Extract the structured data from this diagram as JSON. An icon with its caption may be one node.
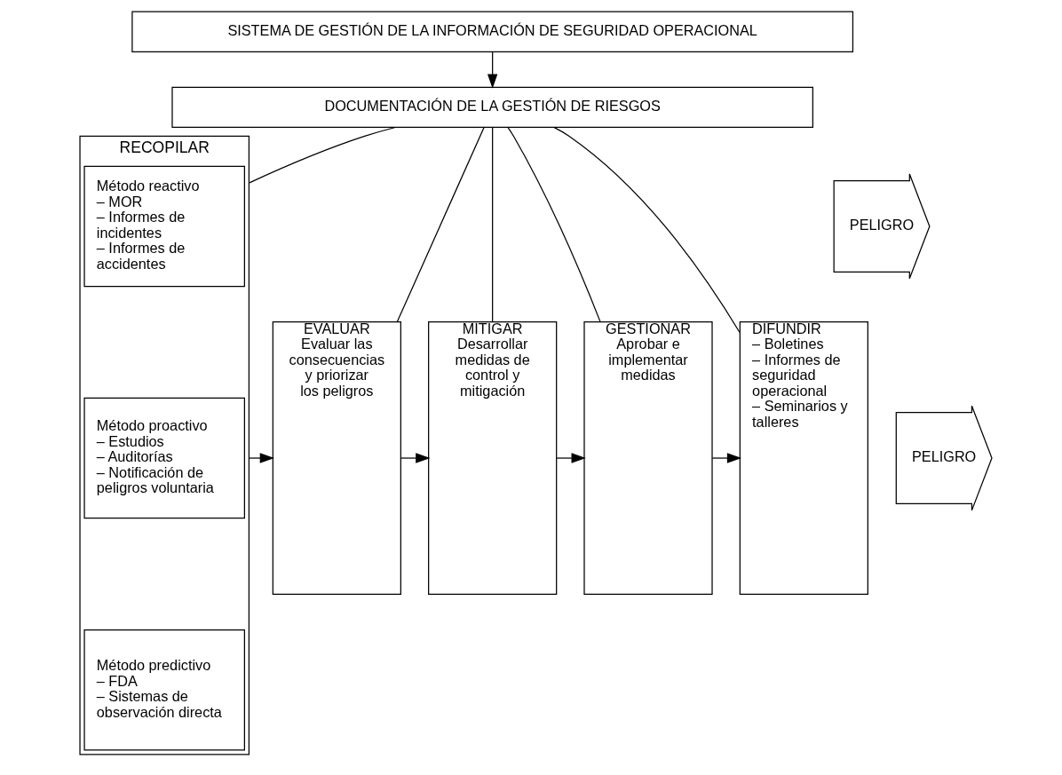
{
  "diagram": {
    "nodes": [
      {
        "text": [
          "SISTEMA DE GESTIÓN DE LA INFORMACIÓN DE SEGURIDAD OPERACIONAL"
        ]
      },
      {
        "text": [
          "DOCUMENTACIÓN DE LA GESTIÓN DE RIESGOS"
        ]
      },
      {
        "text": [
          "PELIGRO"
        ]
      },
      {
        "text": [
          "PELIGRO"
        ]
      },
      {
        "text": [
          "RECOPILAR"
        ]
      },
      {
        "text": [
          "Método reactivo",
          "– MOR",
          "– Informes de incidentes",
          "– Informes de accidentes"
        ],
        "in": 4
      },
      {
        "text": [
          "Método proactivo",
          "– Estudios",
          "– Auditorías",
          "– Notificación de peligros voluntaria"
        ],
        "in": 4
      },
      {
        "text": [
          "Método predictivo",
          "– FDA",
          "– Sistemas de observación directa"
        ],
        "in": 4
      },
      {
        "text": [
          "EVALUAR",
          "Evaluar las consecuencias y priorizar los peligros"
        ]
      },
      {
        "text": [
          "MITIGAR",
          "Desarrollar medidas de control y mitigación"
        ]
      },
      {
        "text": [
          "GESTIONAR",
          "Aprobar e implementar medidas"
        ]
      },
      {
        "text": [
          "DIFUNDIR",
          "– Boletines",
          "– Informes de seguridad operacional",
          "– Seminarios y talleres"
        ]
      }
    ],
    "edges": [
      {
        "from": 0,
        "to": 1,
        "arrow": "to"
      },
      {
        "from": 1,
        "to": 4,
        "arrow": "none"
      },
      {
        "from": 1,
        "to": 8,
        "arrow": "none"
      },
      {
        "from": 1,
        "to": 9,
        "arrow": "none"
      },
      {
        "from": 1,
        "to": 10,
        "arrow": "none"
      },
      {
        "from": 1,
        "to": 11,
        "arrow": "none"
      },
      {
        "from": 4,
        "to": 8,
        "arrow": "to"
      },
      {
        "from": 8,
        "to": 9,
        "arrow": "to"
      },
      {
        "from": 9,
        "to": 10,
        "arrow": "to"
      },
      {
        "from": 10,
        "to": 11,
        "arrow": "to"
      }
    ]
  }
}
